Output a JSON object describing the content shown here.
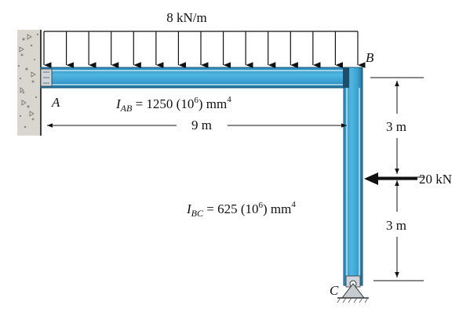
{
  "load": {
    "distributed": "8 kN/m",
    "point": "20 kN"
  },
  "points": {
    "a": "A",
    "b": "B",
    "c": "C"
  },
  "members": {
    "ab": {
      "symbol": "I",
      "subscript": "AB",
      "equals": " = 1250 (10",
      "exp": "6",
      "mid": ") mm",
      "unit_exp": "4"
    },
    "bc": {
      "symbol": "I",
      "subscript": "BC",
      "equals": " = 625 (10",
      "exp": "6",
      "mid": ") mm",
      "unit_exp": "4"
    }
  },
  "dimensions": {
    "span": "9 m",
    "upper_height": "3 m",
    "lower_height": "3 m"
  },
  "colors": {
    "beam": "#3fa7d6",
    "beam_dark": "#1e6f98",
    "beam_light": "#bfe6f7",
    "ink": "#111111"
  }
}
